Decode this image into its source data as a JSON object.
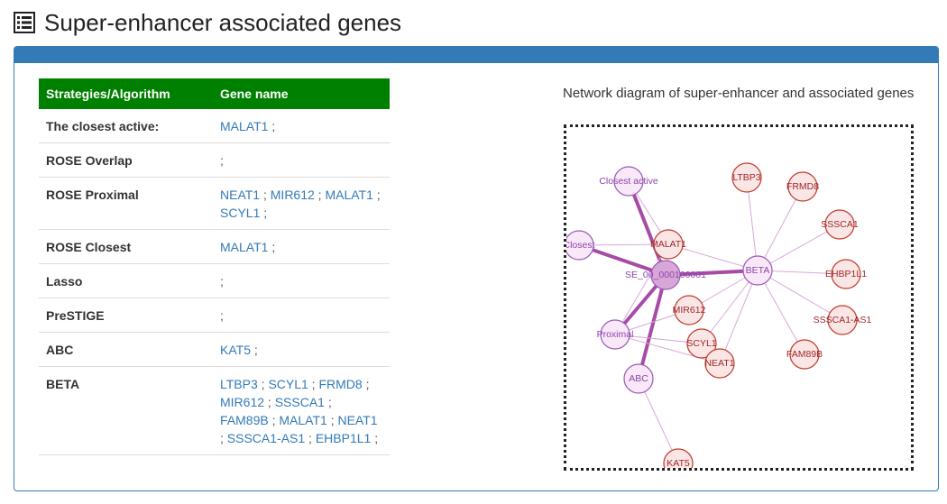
{
  "header": {
    "title": "Super-enhancer associated genes",
    "icon": "list-icon"
  },
  "colors": {
    "panel_blue": "#337ab7",
    "table_header_green": "#008000",
    "link_blue": "#337ab7",
    "gene_node_stroke": "#c0392b",
    "gene_node_fill": "#fbe6e6",
    "strategy_node_stroke": "#9b59b6",
    "strategy_node_fill": "#f8e8f8",
    "center_node_fill": "#d7a7d7",
    "edge_color": "#a64ca6"
  },
  "table": {
    "columns": [
      "Strategies/Algorithm",
      "Gene name"
    ],
    "rows": [
      {
        "strategy": "The closest active:",
        "genes": [
          "MALAT1"
        ]
      },
      {
        "strategy": "ROSE Overlap",
        "genes": []
      },
      {
        "strategy": "ROSE Proximal",
        "genes": [
          "NEAT1",
          "MIR612",
          "MALAT1",
          "SCYL1"
        ]
      },
      {
        "strategy": "ROSE Closest",
        "genes": [
          "MALAT1"
        ]
      },
      {
        "strategy": "Lasso",
        "genes": []
      },
      {
        "strategy": "PreSTIGE",
        "genes": []
      },
      {
        "strategy": "ABC",
        "genes": [
          "KAT5"
        ]
      },
      {
        "strategy": "BETA",
        "genes": [
          "LTBP3",
          "SCYL1",
          "FRMD8",
          "MIR612",
          "SSSCA1",
          "FAM89B",
          "MALAT1",
          "NEAT1",
          "SSSCA1-AS1",
          "EHBP1L1"
        ]
      }
    ]
  },
  "network": {
    "title": "Network diagram of super-enhancer and associated genes",
    "nodes": [
      {
        "id": "se",
        "label": "SE_00_000100001",
        "kind": "center"
      },
      {
        "id": "closest_active",
        "label": "Closest active",
        "kind": "strategy"
      },
      {
        "id": "closest",
        "label": "Closest",
        "kind": "strategy"
      },
      {
        "id": "proximal",
        "label": "Proximal",
        "kind": "strategy"
      },
      {
        "id": "abc",
        "label": "ABC",
        "kind": "strategy"
      },
      {
        "id": "beta",
        "label": "BETA",
        "kind": "strategy"
      },
      {
        "id": "malat1",
        "label": "MALAT1",
        "kind": "gene"
      },
      {
        "id": "ltbp3",
        "label": "LTBP3",
        "kind": "gene"
      },
      {
        "id": "frmd8",
        "label": "FRMD8",
        "kind": "gene"
      },
      {
        "id": "sssca1",
        "label": "SSSCA1",
        "kind": "gene"
      },
      {
        "id": "ehbp1l1",
        "label": "EHBP1L1",
        "kind": "gene"
      },
      {
        "id": "sssca1as1",
        "label": "SSSCA1-AS1",
        "kind": "gene"
      },
      {
        "id": "fam89b",
        "label": "FAM89B",
        "kind": "gene"
      },
      {
        "id": "mir612",
        "label": "MIR612",
        "kind": "gene"
      },
      {
        "id": "scyl1",
        "label": "SCYL1",
        "kind": "gene"
      },
      {
        "id": "neat1",
        "label": "NEAT1",
        "kind": "gene"
      },
      {
        "id": "kat5",
        "label": "KAT5",
        "kind": "gene"
      }
    ],
    "edges": [
      {
        "from": "se",
        "to": "closest_active",
        "strong": true
      },
      {
        "from": "se",
        "to": "closest",
        "strong": true
      },
      {
        "from": "se",
        "to": "proximal",
        "strong": true
      },
      {
        "from": "se",
        "to": "abc",
        "strong": true
      },
      {
        "from": "se",
        "to": "beta",
        "strong": true
      },
      {
        "from": "closest_active",
        "to": "malat1",
        "strong": false
      },
      {
        "from": "closest",
        "to": "malat1",
        "strong": false
      },
      {
        "from": "proximal",
        "to": "malat1",
        "strong": false
      },
      {
        "from": "proximal",
        "to": "mir612",
        "strong": false
      },
      {
        "from": "proximal",
        "to": "scyl1",
        "strong": false
      },
      {
        "from": "proximal",
        "to": "neat1",
        "strong": false
      },
      {
        "from": "abc",
        "to": "kat5",
        "strong": false
      },
      {
        "from": "beta",
        "to": "ltbp3",
        "strong": false
      },
      {
        "from": "beta",
        "to": "frmd8",
        "strong": false
      },
      {
        "from": "beta",
        "to": "sssca1",
        "strong": false
      },
      {
        "from": "beta",
        "to": "ehbp1l1",
        "strong": false
      },
      {
        "from": "beta",
        "to": "sssca1as1",
        "strong": false
      },
      {
        "from": "beta",
        "to": "fam89b",
        "strong": false
      },
      {
        "from": "beta",
        "to": "malat1",
        "strong": false
      },
      {
        "from": "beta",
        "to": "mir612",
        "strong": false
      },
      {
        "from": "beta",
        "to": "scyl1",
        "strong": false
      },
      {
        "from": "beta",
        "to": "neat1",
        "strong": false
      }
    ]
  }
}
